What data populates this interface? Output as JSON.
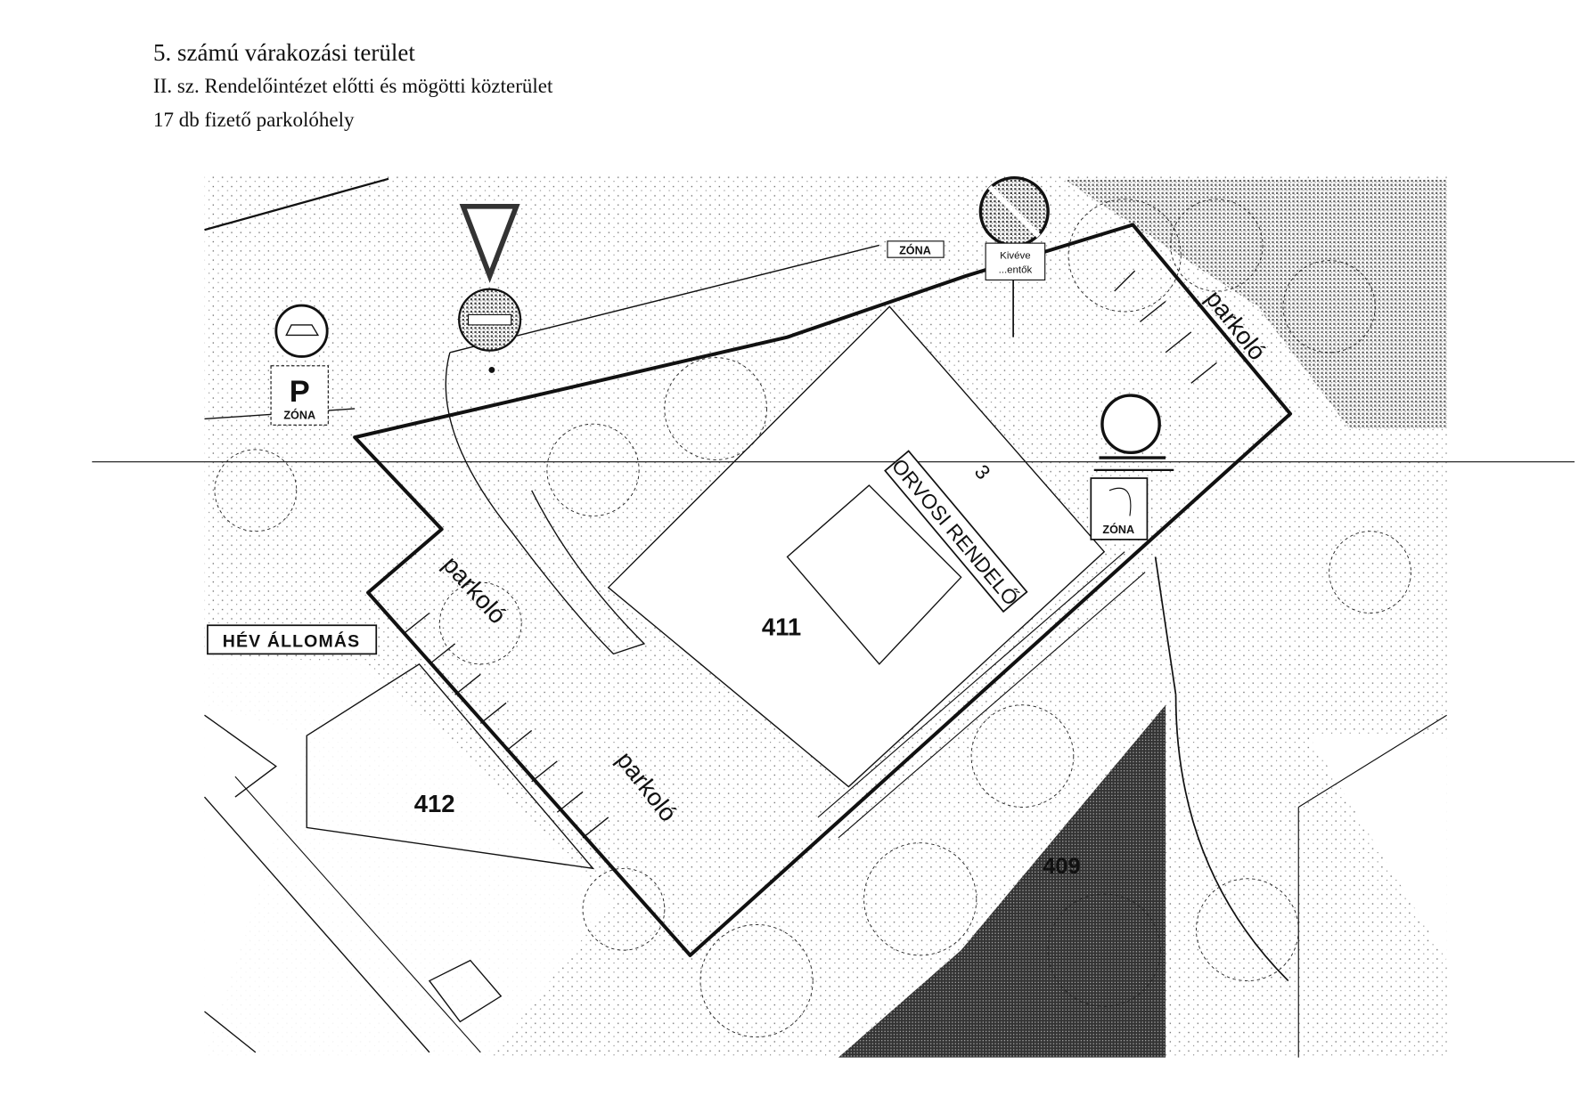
{
  "header": {
    "title": "5. számú várakozási terület",
    "subtitle": "II. sz. Rendelőintézet előtti és mögötti közterület",
    "spaces": "17 db fizető parkolóhely"
  },
  "map": {
    "parcels": {
      "p411": "411",
      "p412": "412",
      "p409": "409",
      "p3": "3"
    },
    "building_label": "ORVOSI RENDELŐ",
    "parking_labels": [
      "parkoló",
      "parkoló",
      "parkoló"
    ],
    "station_label": "HÉV ÁLLOMÁS",
    "zone_sign": "ZÓNA",
    "parking_sign": "P",
    "exception_sign": [
      "Kivéve",
      "...entők"
    ]
  }
}
